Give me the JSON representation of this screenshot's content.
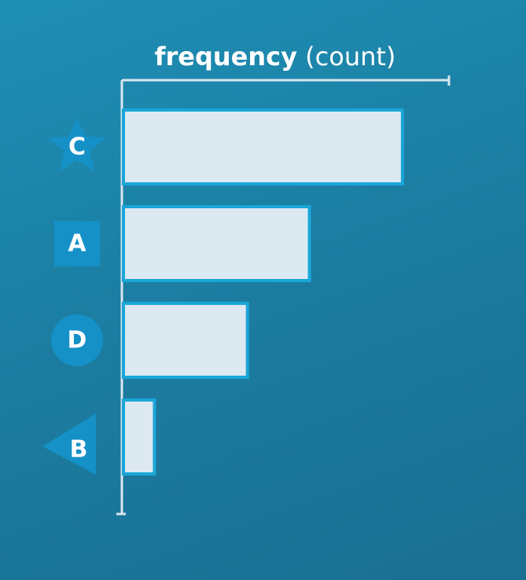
{
  "chart_data": {
    "type": "bar",
    "orientation": "horizontal",
    "title": {
      "bold": "frequency",
      "normal": " (count)"
    },
    "categories": [
      "C",
      "A",
      "D",
      "B"
    ],
    "markers": [
      "star",
      "square",
      "circle",
      "triangle"
    ],
    "values": [
      9,
      6,
      4,
      1
    ],
    "xlim": [
      0,
      10.5
    ],
    "legend": "none",
    "grid": false
  },
  "colors": {
    "background": "#1b7ea2",
    "bar_fill": "#dce9f1",
    "bar_stroke": "#1aa6d9",
    "marker": "#1591c7",
    "axis": "#d9e6ee"
  }
}
